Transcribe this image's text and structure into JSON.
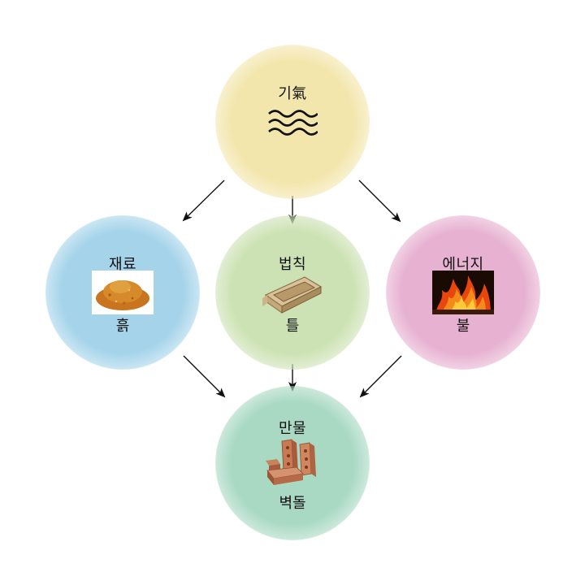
{
  "diagram": {
    "top": {
      "title": "기氣",
      "icon": "wave-icon",
      "color": "#f3e6ad"
    },
    "material": {
      "title": "재료",
      "label": "흙",
      "icon": "soil-pile-icon",
      "color": "#a5d4ea"
    },
    "law": {
      "title": "법칙",
      "label": "틀",
      "icon": "brick-mold-icon",
      "color": "#cde2b4"
    },
    "energy": {
      "title": "에너지",
      "label": "불",
      "icon": "fire-icon",
      "color": "#e7b1d1"
    },
    "bottom": {
      "title": "만물",
      "label": "벽돌",
      "icon": "bricks-icon",
      "color": "#a9d9c3"
    },
    "arrow_color": "#111111"
  }
}
